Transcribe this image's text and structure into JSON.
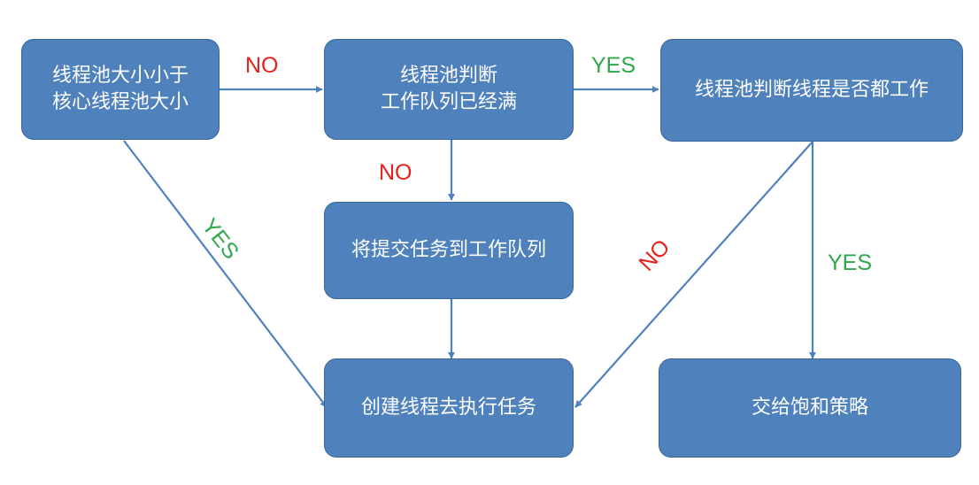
{
  "nodes": {
    "core_check": {
      "lines": [
        "线程池大小小于",
        "核心线程池大小"
      ]
    },
    "queue_check": {
      "lines": [
        "线程池判断",
        "工作队列已经满"
      ]
    },
    "pool_check": {
      "lines": [
        "线程池判断线程是否都工作"
      ]
    },
    "enqueue": {
      "lines": [
        "将提交任务到工作队列"
      ]
    },
    "create_thread": {
      "lines": [
        "创建线程去执行任务"
      ]
    },
    "reject_policy": {
      "lines": [
        "交给饱和策略"
      ]
    }
  },
  "edges": {
    "core_to_queue": {
      "label": "NO",
      "kind": "no"
    },
    "queue_to_pool": {
      "label": "YES",
      "kind": "yes"
    },
    "queue_to_enqueue": {
      "label": "NO",
      "kind": "no"
    },
    "core_to_create": {
      "label": "YES",
      "kind": "yes"
    },
    "pool_to_create": {
      "label": "NO",
      "kind": "no"
    },
    "pool_to_reject": {
      "label": "YES",
      "kind": "yes"
    },
    "enqueue_to_create": {
      "label": "",
      "kind": "plain"
    }
  },
  "colors": {
    "box_fill": "#4f81bd",
    "box_border": "#3a6595",
    "arrow": "#4f81bd",
    "no_label": "#e8211a",
    "yes_label": "#2ea84a"
  }
}
